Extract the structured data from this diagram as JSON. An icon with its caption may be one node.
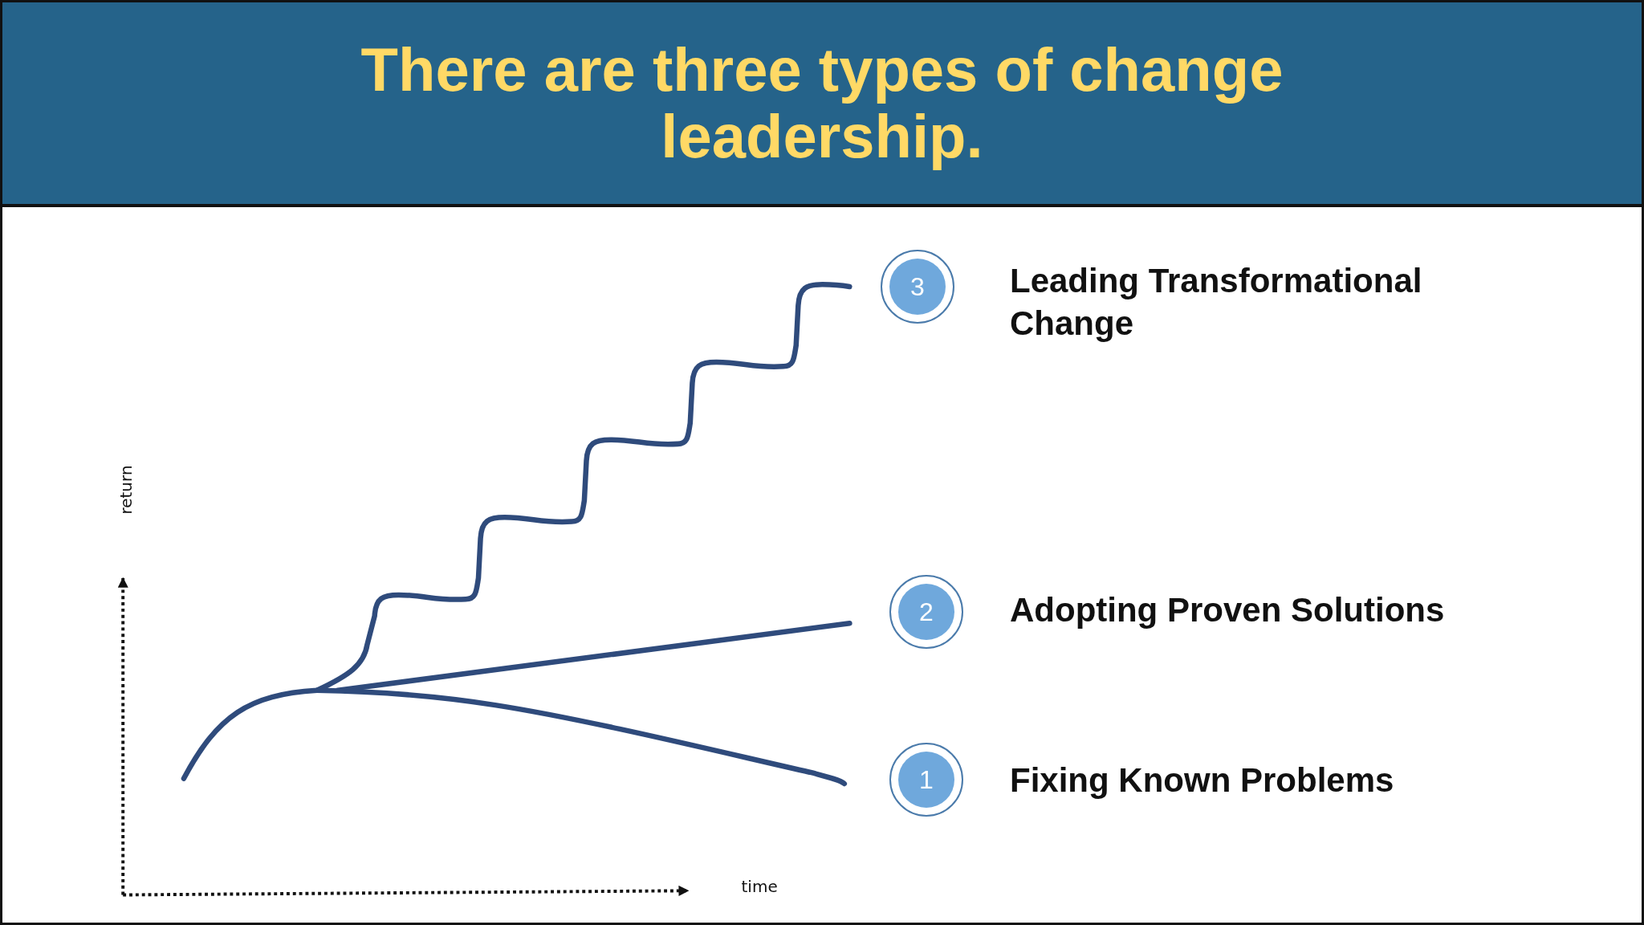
{
  "diagram": {
    "title": "There are three types of change leadership.",
    "nodes": [
      {
        "text": [
          "3"
        ],
        "beside": [
          "Leading Transformational Change"
        ]
      },
      {
        "text": [
          "2"
        ],
        "beside": [
          "Adopting Proven Solutions"
        ]
      },
      {
        "text": [
          "1"
        ],
        "beside": [
          "Fixing Known Problems"
        ]
      }
    ],
    "labels": [
      "return",
      "time"
    ]
  }
}
